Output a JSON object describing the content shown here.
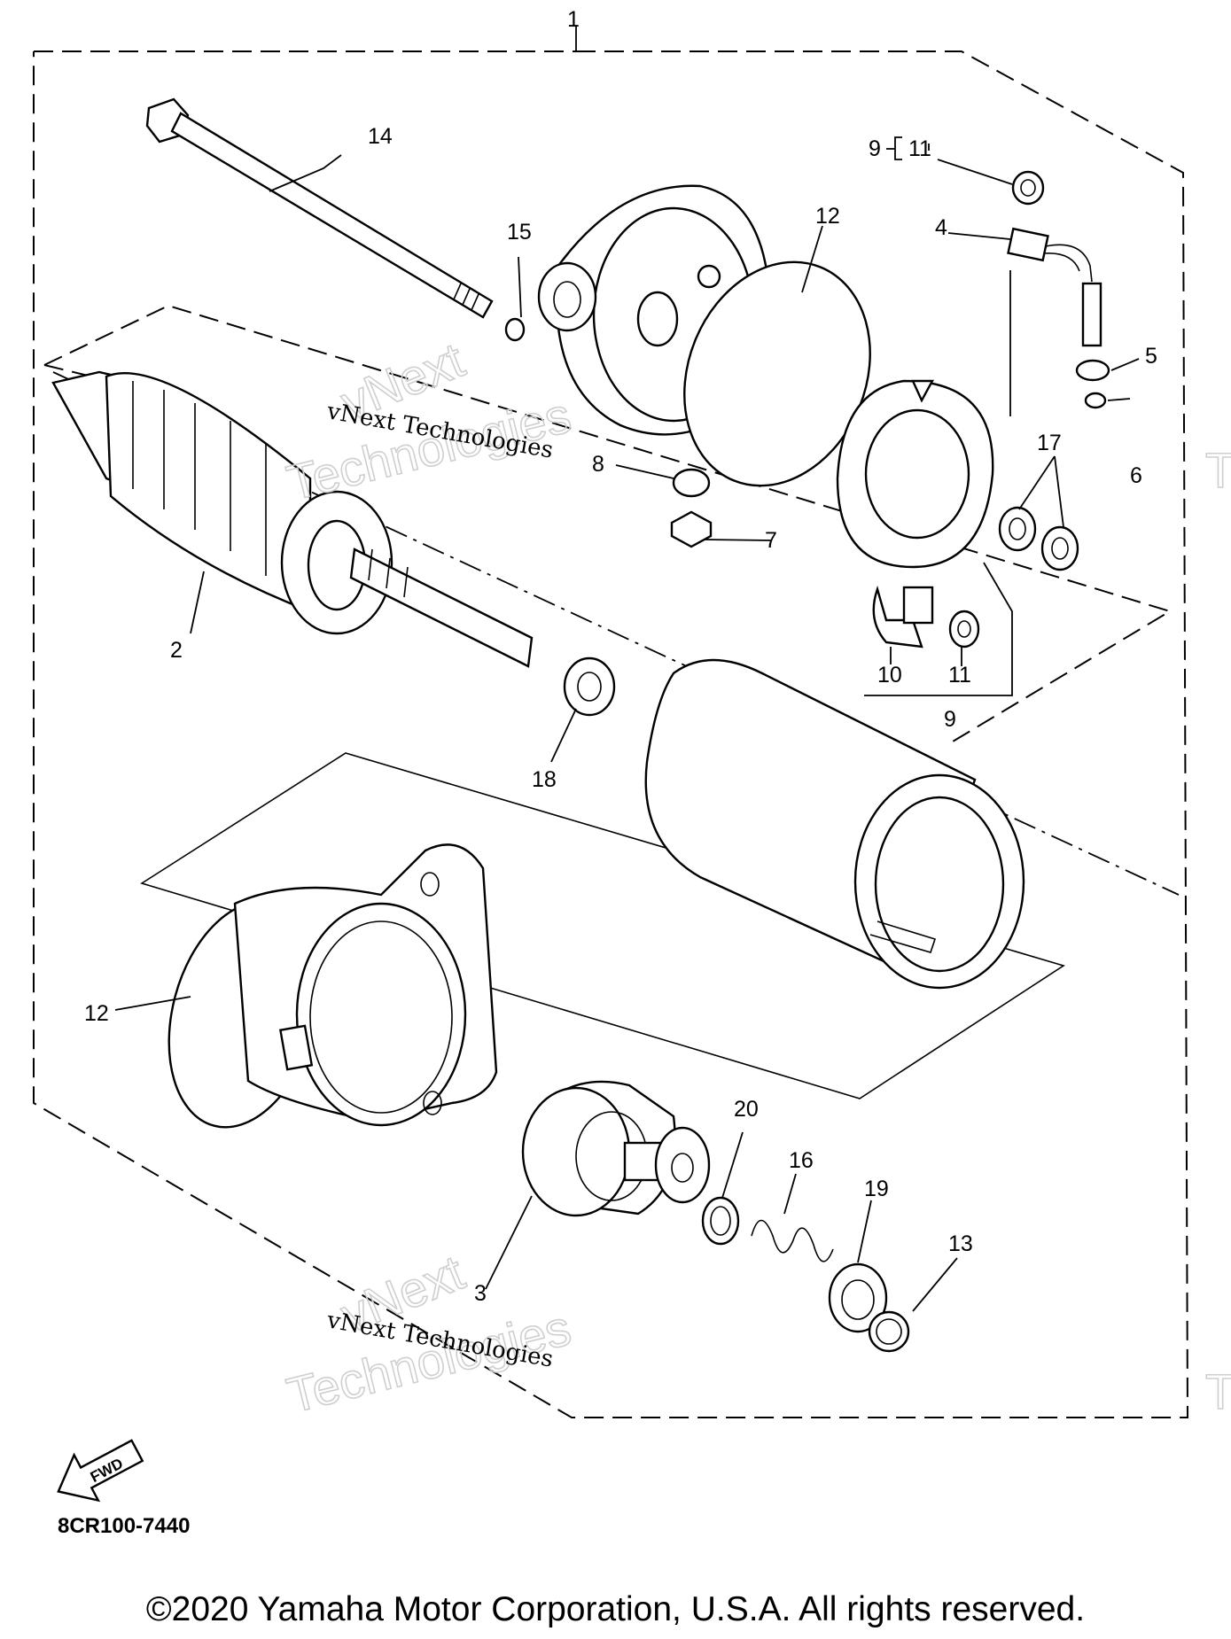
{
  "diagram": {
    "callouts": [
      "1",
      "2",
      "3",
      "4",
      "5",
      "6",
      "7",
      "8",
      "9",
      "10",
      "11",
      "12",
      "13",
      "14",
      "15",
      "16",
      "17",
      "18",
      "19",
      "20"
    ],
    "watermark_small": "vNext Technologies",
    "watermark_big_1": "vNext",
    "watermark_big_2": "Technologies",
    "watermark_edge": "T",
    "fwd_label": "FWD",
    "drawing_code": "8CR100-7440"
  },
  "footer": {
    "copyright": "©2020 Yamaha Motor Corporation, U.S.A. All rights reserved."
  }
}
